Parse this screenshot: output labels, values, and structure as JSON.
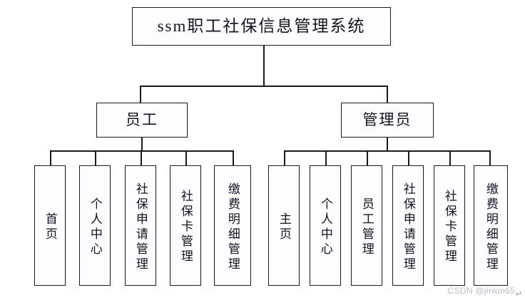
{
  "diagram": {
    "type": "tree",
    "title_node": {
      "label": "ssm职工社保信息管理系统"
    },
    "level2": [
      {
        "label": "员工"
      },
      {
        "label": "管理员"
      }
    ],
    "branches": [
      {
        "parent": "员工",
        "leaves": [
          {
            "label": "首页"
          },
          {
            "label": "个人中心"
          },
          {
            "label": "社保申请管理"
          },
          {
            "label": "社保卡管理"
          },
          {
            "label": "缴费明细管理"
          }
        ]
      },
      {
        "parent": "管理员",
        "leaves": [
          {
            "label": "主页"
          },
          {
            "label": "个人中心"
          },
          {
            "label": "员工管理"
          },
          {
            "label": "社保申请管理"
          },
          {
            "label": "社保卡管理"
          },
          {
            "label": "缴费明细管理"
          }
        ]
      }
    ]
  },
  "watermark": {
    "text": "CSDN @jinkin65"
  },
  "marks": {
    "pilcrow": "↵"
  },
  "colors": {
    "border": "#1a1a1a",
    "box_fill": "#fdfdff",
    "text": "#12122a",
    "watermark": "#b9bcc6",
    "background": "#ffffff"
  }
}
